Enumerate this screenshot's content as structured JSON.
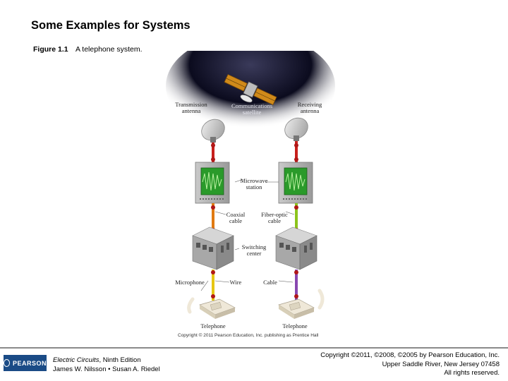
{
  "slide": {
    "title": "Some Examples for Systems"
  },
  "figure": {
    "number": "Figure 1.1",
    "caption": "A telephone system.",
    "labels": {
      "transmission_antenna": "Transmission\nantenna",
      "communications_satellite": "Communications\nsatellite",
      "receiving_antenna": "Receiving\nantenna",
      "microwave_station": "Microwave\nstation",
      "coaxial_cable": "Coaxial\ncable",
      "fiber_optic_cable": "Fiber-optic\ncable",
      "switching_center": "Switching\ncenter",
      "microphone": "Microphone",
      "wire": "Wire",
      "cable": "Cable",
      "telephone_left": "Telephone",
      "telephone_right": "Telephone"
    },
    "copyright_note": "Copyright © 2011 Pearson Education, Inc. publishing as Prentice Hall"
  },
  "footer": {
    "logo_text": "PEARSON",
    "book_title": "Electric Circuits",
    "edition": ", Ninth Edition",
    "authors": "James W. Nilsson • Susan A. Riedel",
    "copyright_lines": [
      "Copyright ©2011, ©2008, ©2005 by Pearson Education, Inc.",
      "Upper Saddle River, New Jersey 07458",
      "All rights reserved."
    ]
  },
  "colors": {
    "sky": "#0b0b1e",
    "pole_red": "#c8201c",
    "coax_orange": "#e07a12",
    "fiber_green": "#8cc41c",
    "wire_yellow": "#e6c613",
    "cable_purple": "#8848b0",
    "screen_green": "#2a9a2a",
    "brand_blue": "#1a4b86"
  }
}
